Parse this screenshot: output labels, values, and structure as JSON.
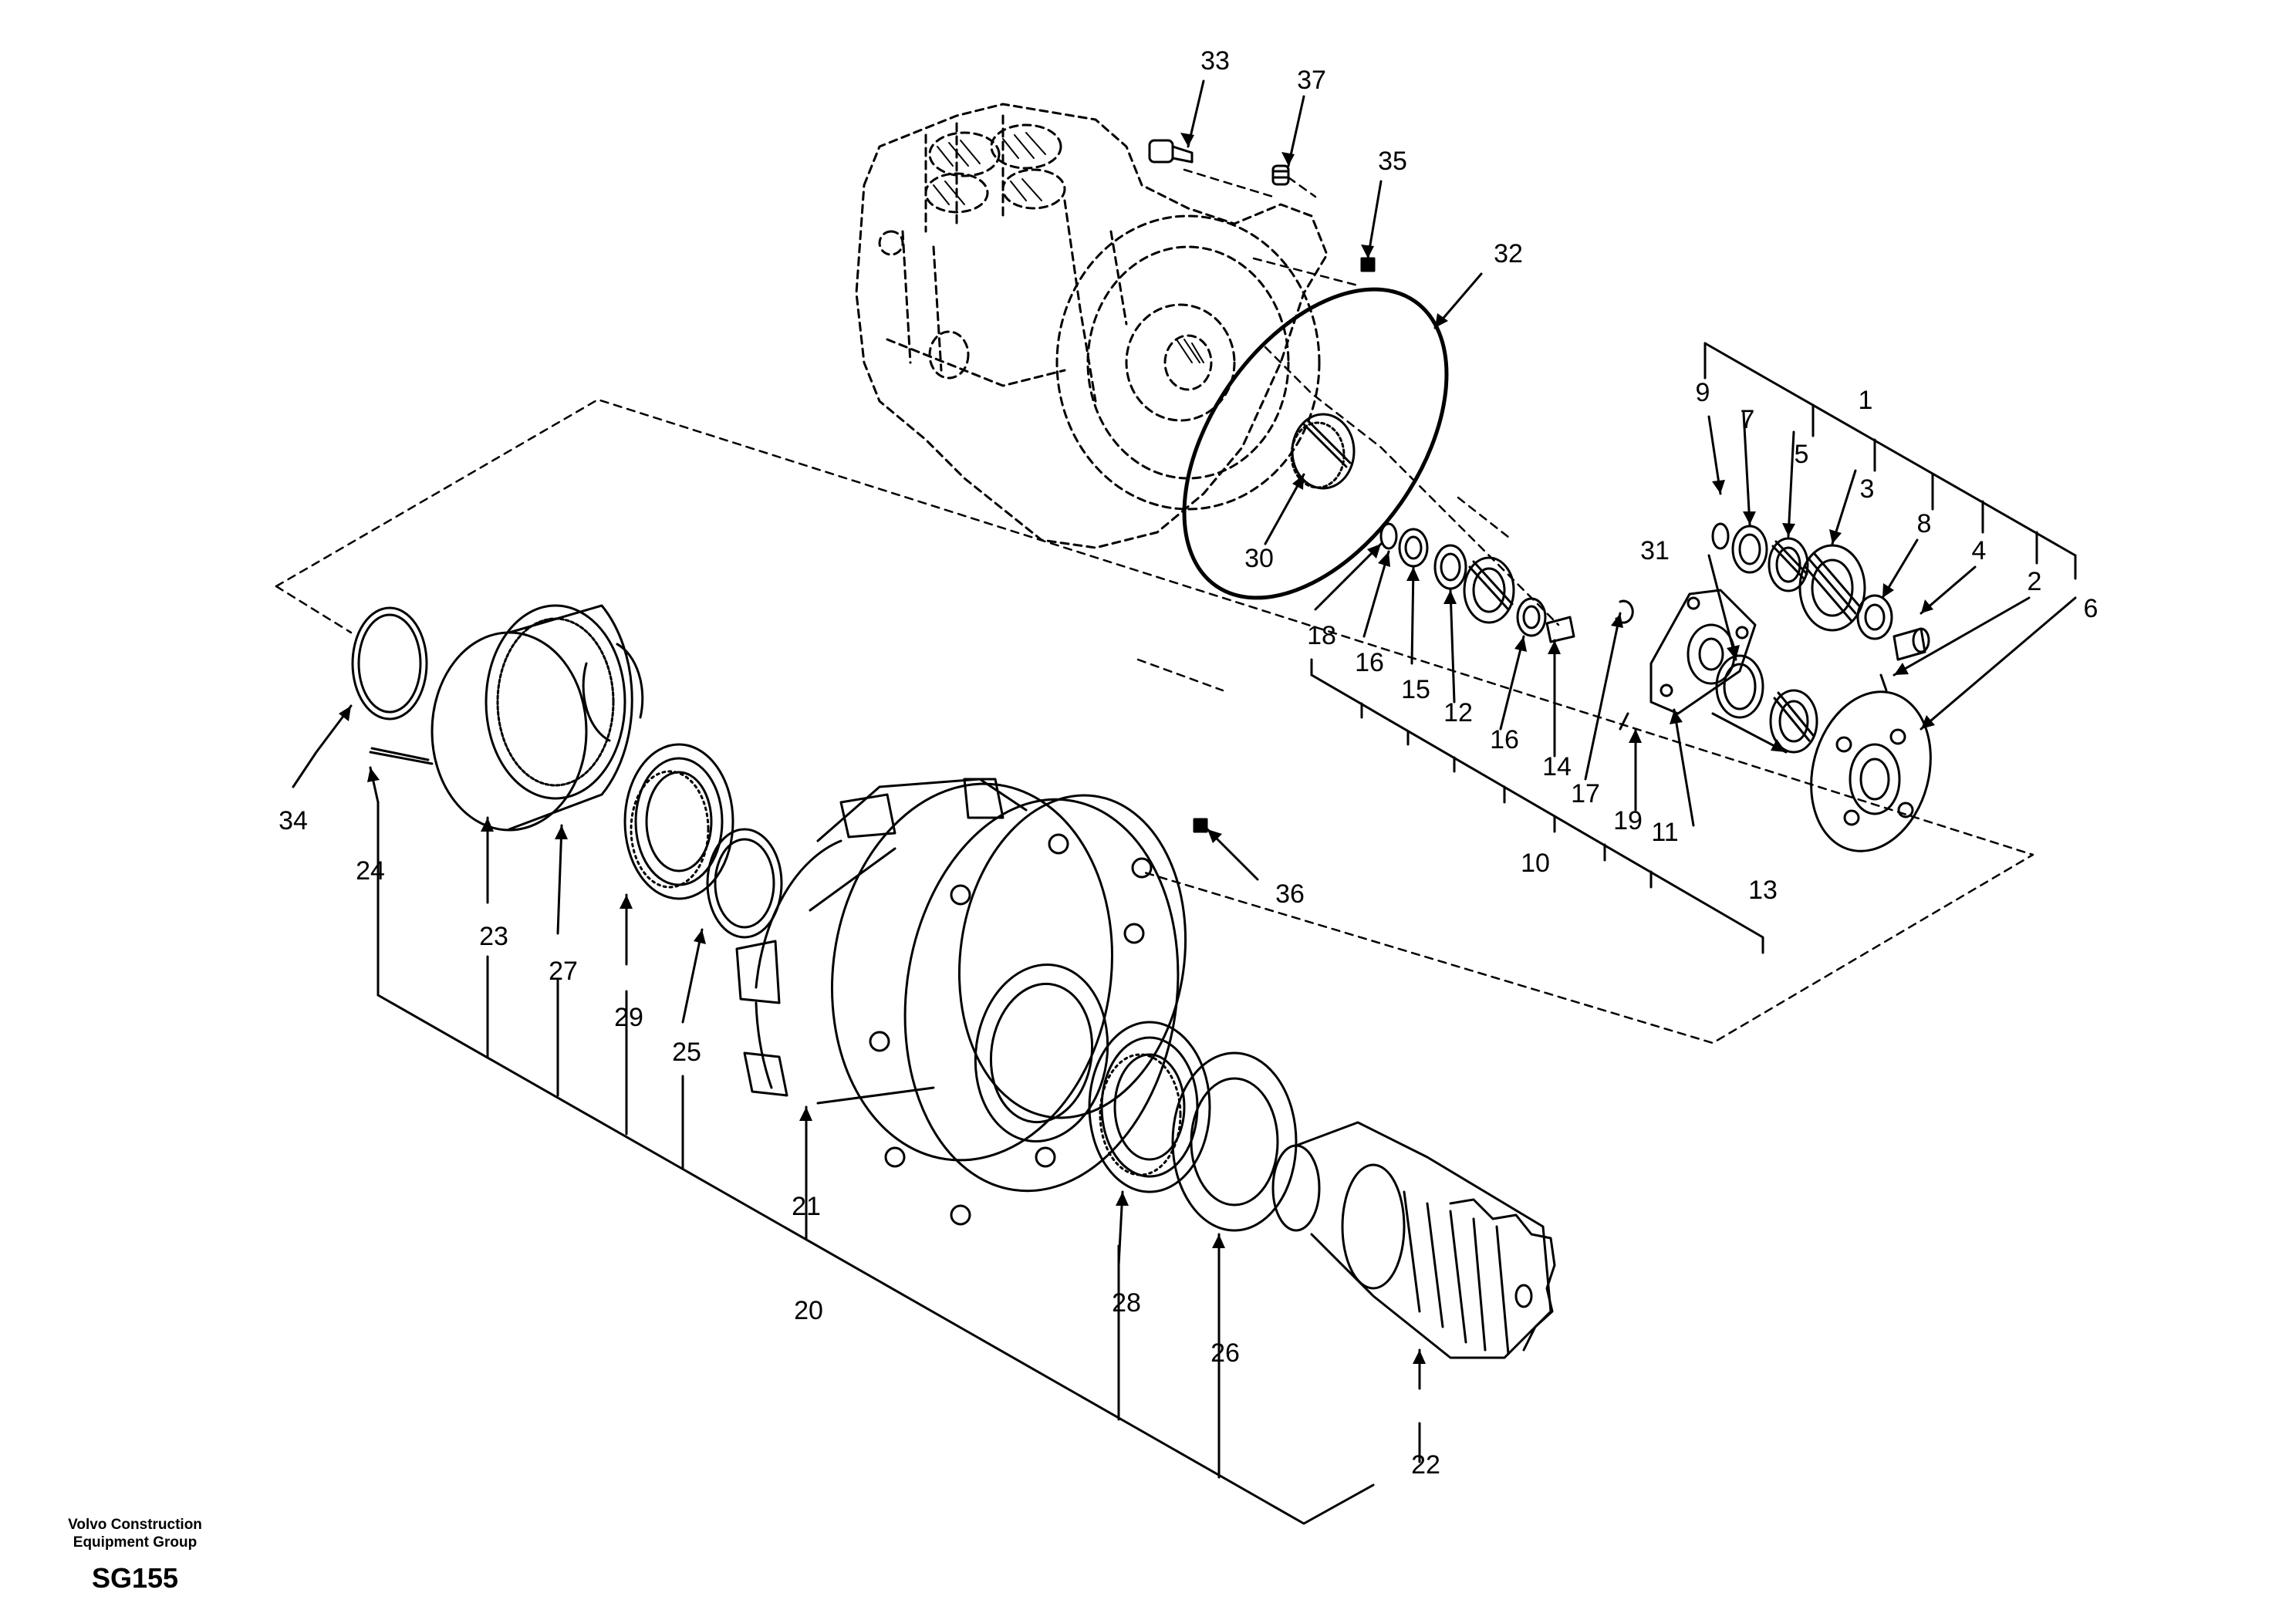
{
  "diagram": {
    "part_numbers": [
      "1",
      "2",
      "3",
      "4",
      "5",
      "6",
      "7",
      "8",
      "9",
      "10",
      "11",
      "12",
      "13",
      "14",
      "15",
      "16",
      "16",
      "17",
      "18",
      "19",
      "20",
      "21",
      "22",
      "23",
      "24",
      "25",
      "26",
      "27",
      "28",
      "29",
      "30",
      "31",
      "32",
      "33",
      "34",
      "35",
      "36",
      "37"
    ]
  },
  "footer": {
    "org_line1": "Volvo Construction",
    "org_line2": "Equipment Group",
    "code": "SG155"
  },
  "colors": {
    "line": "#000000",
    "background": "#ffffff"
  }
}
